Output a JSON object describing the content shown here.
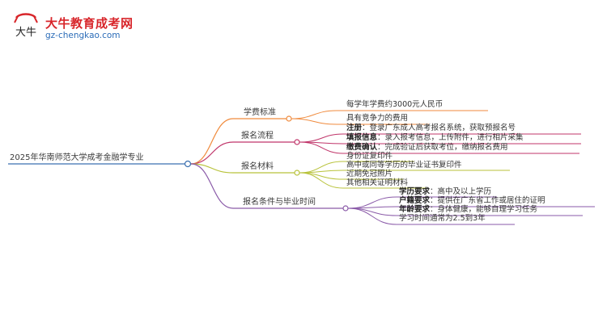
{
  "logo": {
    "mark_text": "大牛",
    "title": "大牛教育成考网",
    "url": "gz-chengkao.com"
  },
  "root": "2025年华南师范大学成考金融学专业",
  "branches": [
    {
      "label": "学费标准",
      "color": "#f08a3c",
      "leaves": [
        {
          "strong": "",
          "text": "每学年学费约3000元人民币"
        },
        {
          "strong": "",
          "text": "具有竞争力的费用"
        }
      ]
    },
    {
      "label": "报名流程",
      "color": "#c0356a",
      "leaves": [
        {
          "strong": "注册",
          "text": "：登录广东成人高考报名系统，获取预报名号"
        },
        {
          "strong": "填报信息",
          "text": "：录入报考信息，上传附件，进行相片采集"
        },
        {
          "strong": "缴费确认",
          "text": "：完成验证后获取考位，缴纳报名费用"
        }
      ]
    },
    {
      "label": "报名材料",
      "color": "#b8c23a",
      "leaves": [
        {
          "strong": "",
          "text": "身份证复印件"
        },
        {
          "strong": "",
          "text": "高中或同等学历的毕业证书复印件"
        },
        {
          "strong": "",
          "text": "近期免冠照片"
        },
        {
          "strong": "",
          "text": "其他相关证明材料"
        }
      ]
    },
    {
      "label": "报名条件与毕业时间",
      "color": "#8a5aa8",
      "leaves": [
        {
          "strong": "学历要求",
          "text": "：高中及以上学历"
        },
        {
          "strong": "户籍要求",
          "text": "：提供在广东省工作或居住的证明"
        },
        {
          "strong": "年龄要求",
          "text": "：身体健康，能够自理学习任务"
        },
        {
          "strong": "",
          "text": "学习时间通常为2.5到3年"
        }
      ]
    }
  ],
  "root_color": "#3a6fb0"
}
